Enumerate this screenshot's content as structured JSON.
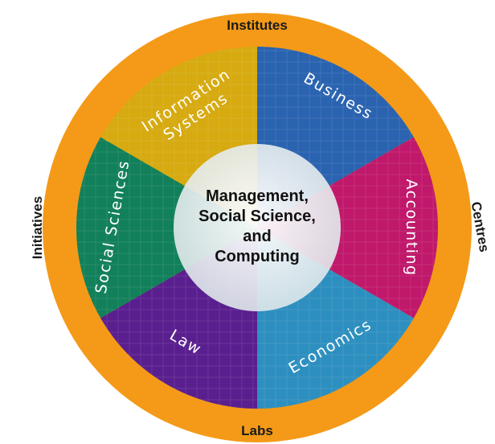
{
  "outer_ring": {
    "color": "#f49a18",
    "labels": {
      "top": "Institutes",
      "right": "Centres",
      "bottom": "Labs",
      "left": "Initiatives"
    }
  },
  "segments": [
    {
      "id": "business",
      "lines": [
        "Business"
      ],
      "color": "#2a63b0"
    },
    {
      "id": "accounting",
      "lines": [
        "Accounting"
      ],
      "color": "#c0186b"
    },
    {
      "id": "economics",
      "lines": [
        "Economics"
      ],
      "color": "#2d8fbf"
    },
    {
      "id": "law",
      "lines": [
        "Law"
      ],
      "color": "#5a1f8e"
    },
    {
      "id": "social-sciences",
      "lines": [
        "Social Sciences"
      ],
      "color": "#12805a"
    },
    {
      "id": "information-systems",
      "lines": [
        "Information",
        "Systems"
      ],
      "color": "#d6aa10"
    }
  ],
  "hub": {
    "lines": [
      "Management,",
      "Social Science,",
      "and",
      "Computing"
    ]
  }
}
